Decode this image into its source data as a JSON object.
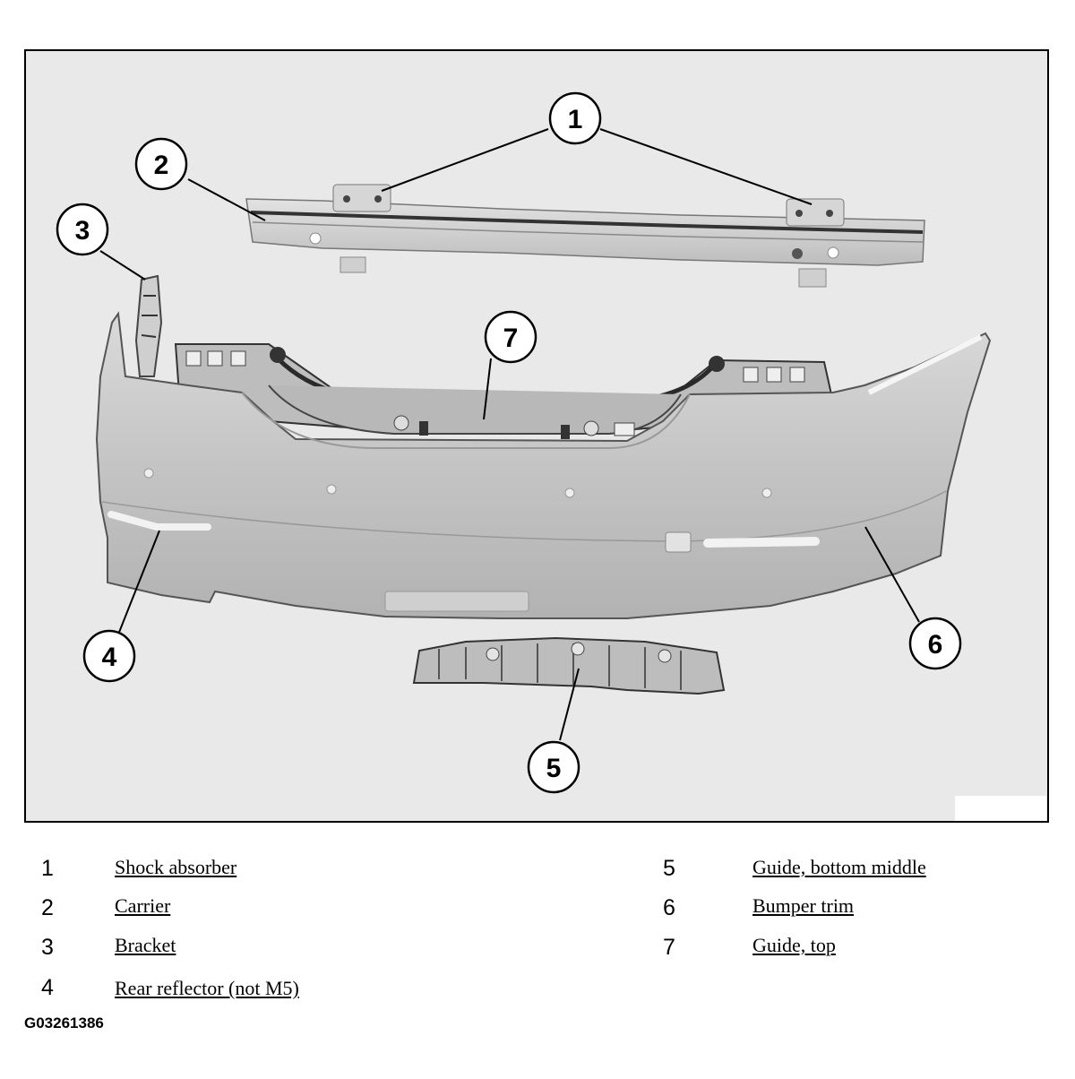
{
  "figure_id": "G03261386",
  "callouts": [
    "1",
    "2",
    "3",
    "4",
    "5",
    "6",
    "7"
  ],
  "legend": [
    {
      "num": "1",
      "label": "Shock absorber"
    },
    {
      "num": "2",
      "label": "Carrier"
    },
    {
      "num": "3",
      "label": "Bracket"
    },
    {
      "num": "4",
      "label": "Rear reflector (not M5)"
    },
    {
      "num": "5",
      "label": "Guide, bottom middle"
    },
    {
      "num": "6",
      "label": "Bumper trim"
    },
    {
      "num": "7",
      "label": "Guide, top"
    }
  ],
  "colors": {
    "part_fill": "#c7c7c7",
    "part_dark": "#4a4a4a",
    "frame_bg": "#e9e9e9",
    "border": "#000000"
  }
}
